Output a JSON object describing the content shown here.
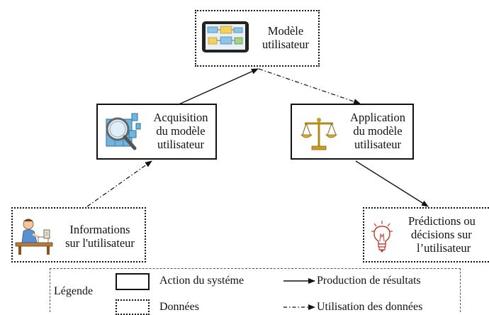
{
  "nodes": {
    "user_model": {
      "line1": "Modèle",
      "line2": "utilisateur"
    },
    "acquisition": {
      "line1": "Acquisition",
      "line2": "du modèle",
      "line3": "utilisateur"
    },
    "application": {
      "line1": "Application",
      "line2": "du modèle",
      "line3": "utilisateur"
    },
    "user_info": {
      "line1": "Informations",
      "line2": "sur l'utilisateur"
    },
    "predictions": {
      "line1": "Prédictions ou",
      "line2": "décisions sur",
      "line3": "l’utilisateur"
    }
  },
  "legend": {
    "title": "Légende",
    "system_action": "Action du systéme",
    "data": "Données",
    "result_production": "Production de résultats",
    "data_use": "Utilisation des données"
  },
  "icons": {
    "user_model": "tablet-icon",
    "acquisition": "magnifier-puzzle-icon",
    "application": "scales-icon",
    "user_info": "person-at-desk-icon",
    "predictions": "lightbulb-icon"
  }
}
